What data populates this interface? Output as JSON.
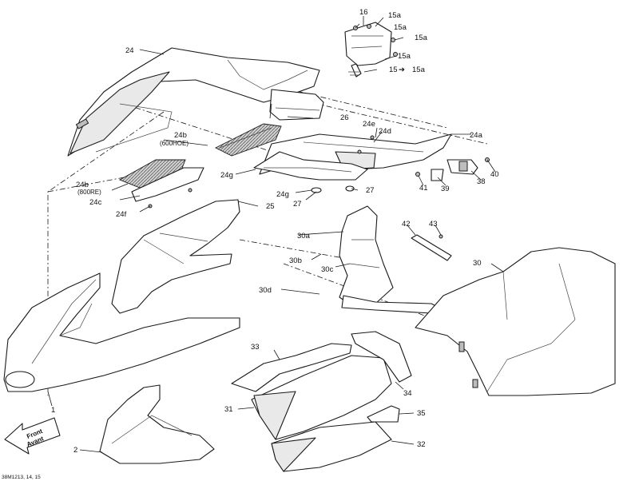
{
  "diagram_id": "38M1213, 14, 15",
  "front_arrow": {
    "line1": "Front",
    "line2": "Avant"
  },
  "callouts": {
    "c1": "1",
    "c2": "2",
    "c15a_1": "15a",
    "c15a_2": "15a",
    "c15a_3": "15a",
    "c15_arrow": "15",
    "c15a_4": "15a",
    "c16": "16",
    "c24": "24",
    "c24a": "24a",
    "c24b_1": "24b",
    "c24b_1_sub": "(600HOE)",
    "c24b_2": "24b",
    "c24b_2_sub": "(800RE)",
    "c24c": "24c",
    "c24d": "24d",
    "c24e": "24e",
    "c24f": "24f",
    "c24g_1": "24g",
    "c24g_2": "24g",
    "c25": "25",
    "c26": "26",
    "c27_1": "27",
    "c27_2": "27",
    "c30": "30",
    "c30a": "30a",
    "c30b": "30b",
    "c30c": "30c",
    "c30d": "30d",
    "c31": "31",
    "c32": "32",
    "c33": "33",
    "c34": "34",
    "c35": "35",
    "c38": "38",
    "c39": "39",
    "c40": "40",
    "c41": "41",
    "c42": "42",
    "c43": "43"
  }
}
